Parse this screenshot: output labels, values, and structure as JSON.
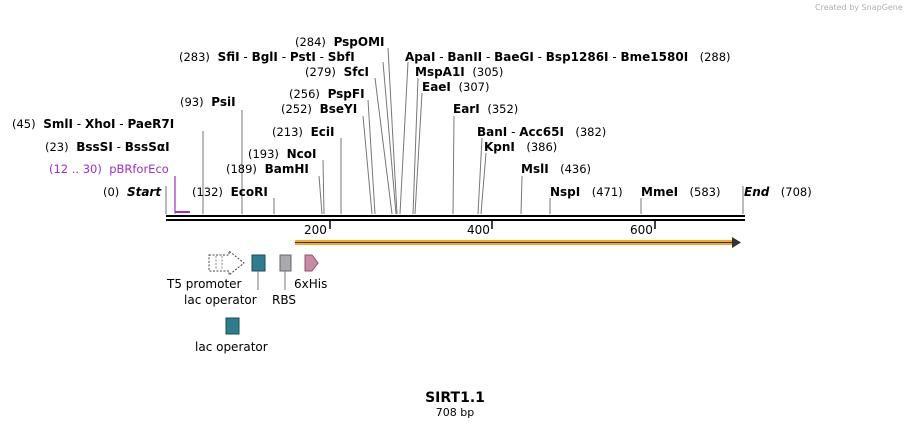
{
  "credit": "Created by SnapGene",
  "map": {
    "title": "SIRT1.1",
    "length": "708 bp",
    "ticks": [
      "200",
      "400",
      "600"
    ],
    "ends": {
      "start_pos": "(0)",
      "start": "Start",
      "end": "End",
      "end_pos": "(708)"
    },
    "primer": {
      "range": "(12 .. 30)",
      "name": "pBRforEco",
      "color": "#9b30c9"
    },
    "orf_color": "#f5a623"
  },
  "sites": [
    {
      "pos": "(283)",
      "names": [
        "SfiI",
        "BglI",
        "PstI",
        "SbfI"
      ]
    },
    {
      "pos": "(284)",
      "names": [
        "PspOMI"
      ]
    },
    {
      "pos": "(279)",
      "names": [
        "SfcI"
      ]
    },
    {
      "pos": "(256)",
      "names": [
        "PspFI"
      ]
    },
    {
      "pos": "(252)",
      "names": [
        "BseYI"
      ]
    },
    {
      "pos": "(93)",
      "names": [
        "PsiI"
      ]
    },
    {
      "pos": "(45)",
      "names": [
        "SmlI",
        "XhoI",
        "PaeR7I"
      ]
    },
    {
      "pos": "(23)",
      "names": [
        "BssSI",
        "BssSαI"
      ]
    },
    {
      "pos": "(213)",
      "names": [
        "EciI"
      ]
    },
    {
      "pos": "(193)",
      "names": [
        "NcoI"
      ]
    },
    {
      "pos": "(189)",
      "names": [
        "BamHI"
      ]
    },
    {
      "pos": "(132)",
      "names": [
        "EcoRI"
      ]
    },
    {
      "pos": "(288)",
      "names": [
        "ApaI",
        "BanII",
        "BaeGI",
        "Bsp1286I",
        "Bme1580I"
      ]
    },
    {
      "pos": "(305)",
      "names": [
        "MspA1I"
      ]
    },
    {
      "pos": "(307)",
      "names": [
        "EaeI"
      ]
    },
    {
      "pos": "(352)",
      "names": [
        "EarI"
      ]
    },
    {
      "pos": "(382)",
      "names": [
        "BanI",
        "Acc65I"
      ]
    },
    {
      "pos": "(386)",
      "names": [
        "KpnI"
      ]
    },
    {
      "pos": "(436)",
      "names": [
        "MslI"
      ]
    },
    {
      "pos": "(471)",
      "names": [
        "NspI"
      ]
    },
    {
      "pos": "(583)",
      "names": [
        "MmeI"
      ]
    }
  ],
  "features": [
    {
      "name": "T5 promoter",
      "color": "#ffffff"
    },
    {
      "name": "lac operator",
      "color": "#2e7d8f"
    },
    {
      "name": "RBS",
      "color": "#a9a9b0"
    },
    {
      "name": "6xHis",
      "color": "#c98aa6"
    },
    {
      "name": "lac operator",
      "color": "#2e7d8f"
    }
  ]
}
